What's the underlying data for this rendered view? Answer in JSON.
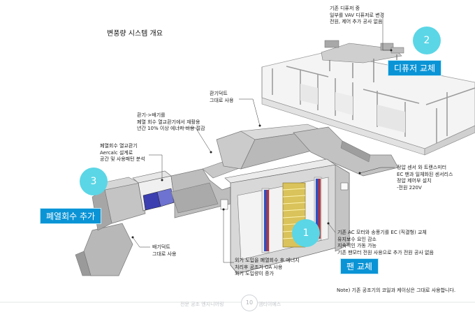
{
  "title": "변풍량 시스템 개요",
  "annotations": {
    "diffuser_note": [
      "기존 디퓨저 중",
      "일부를 VAV 디퓨저로 변경",
      "전원, 제어 추가 공사 없음"
    ],
    "exhaust_duct": [
      "환기덕트",
      "그대로 사용"
    ],
    "heat_recovery_note": [
      "환기->배기를",
      "폐열 회수 열교환기에서 재활용",
      "년간 10% 이상 에너지 비용 절감"
    ],
    "aercalc_note": [
      "폐열회수 열교환기",
      "Aercalc 설계로",
      "공간 및 사용패턴 분석"
    ],
    "sensor_note": [
      "정압 센서 와 트랜스미터",
      "EC 팬과 일체화된 센서리스",
      "정압 제어부 설치",
      "-전원 220V"
    ],
    "fan_note": [
      "기존 AC 모터와 송풍기를 EC (직결형) 교체",
      "유지보수 요인 감소",
      "지속적인 가동 가능",
      "기존 팬모터 전원 사용으로 추가 전원 공사 없음"
    ],
    "exhaust_duct_bottom": [
      "배기덕트",
      "그대로 사용"
    ],
    "outdoor_air_note": [
      "외기 도입을 폐열회수 후 에너지",
      "처리후 공조기 OA 사용",
      "외기 도입량이 증가"
    ]
  },
  "callouts": [
    {
      "number": "2",
      "label": "디퓨저 교체"
    },
    {
      "number": "3",
      "label": "폐열회수 추가"
    },
    {
      "number": "1",
      "label": "팬 교체"
    }
  ],
  "note": "Note) 기존 공조기의 코일과 케이싱은 그대로 사용합니다.",
  "footer": {
    "left": "전문 공조 엔지니어링",
    "page": "10",
    "right": "엠티이에스"
  }
}
